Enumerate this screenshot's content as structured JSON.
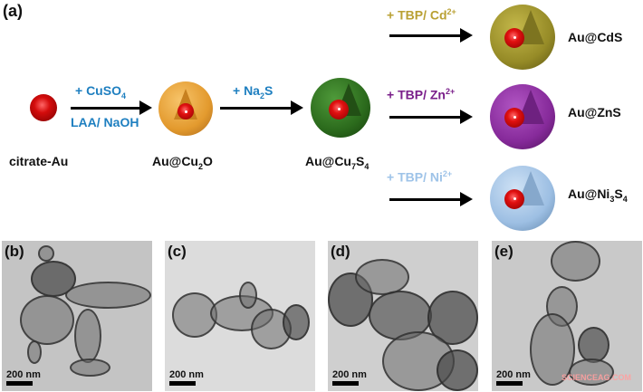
{
  "figure": {
    "panel_a": {
      "label": "(a)",
      "start": {
        "name": "citrate-Au"
      },
      "step1": {
        "reagent_top": "+ CuSO",
        "reagent_top_sub": "4",
        "reagent_bottom": "LAA/ NaOH",
        "color": "#1e7fc0"
      },
      "intermediate1": {
        "name_pre": "Au@Cu",
        "name_sub": "2",
        "name_post": "O",
        "shell_color": "#e8a23a"
      },
      "step2": {
        "reagent_pre": "+ Na",
        "reagent_sub": "2",
        "reagent_post": "S",
        "color": "#1e7fc0"
      },
      "intermediate2": {
        "name_pre": "Au@Cu",
        "name_sub1": "7",
        "name_mid": "S",
        "name_sub2": "4",
        "shell_color": "#2e6e1f"
      },
      "branches": [
        {
          "reagent": "+ TBP/ Cd",
          "sup": "2+",
          "color": "#b9a033",
          "product": "Au@CdS",
          "shell_color": "#9a8f2a"
        },
        {
          "reagent": "+ TBP/ Zn",
          "sup": "2+",
          "color": "#7a1f8a",
          "product": "Au@ZnS",
          "shell_color": "#8a2a9e"
        },
        {
          "reagent": "+ TBP/ Ni",
          "sup": "2+",
          "color": "#9ec3e8",
          "product_pre": "Au@Ni",
          "product_sub1": "3",
          "product_mid": "S",
          "product_sub2": "4",
          "shell_color": "#9dbfe3"
        }
      ]
    },
    "tem_panels": [
      {
        "label": "(b)",
        "scale_bar": "200 nm"
      },
      {
        "label": "(c)",
        "scale_bar": "200 nm"
      },
      {
        "label": "(d)",
        "scale_bar": "200 nm"
      },
      {
        "label": "(e)",
        "scale_bar": "200 nm"
      }
    ],
    "watermark": "SCIENCEAG.COM"
  }
}
